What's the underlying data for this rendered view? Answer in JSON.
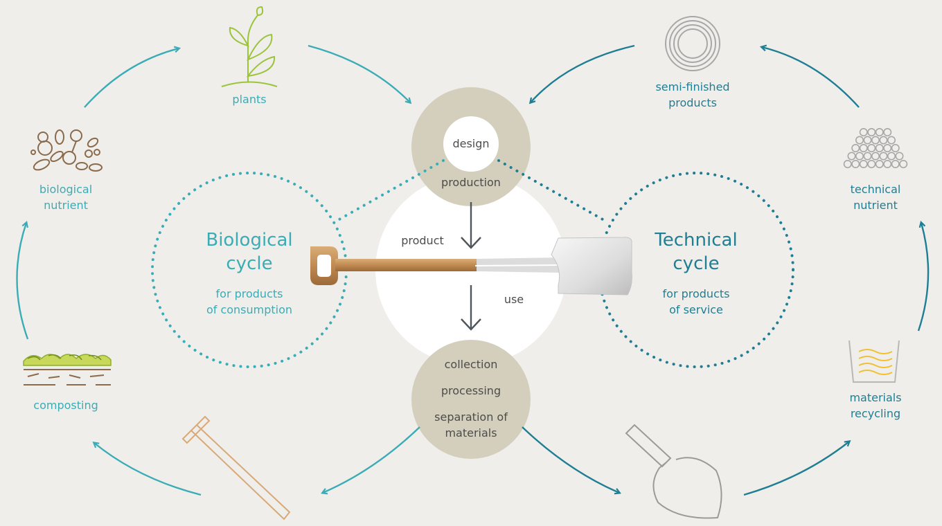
{
  "colors": {
    "background": "#efeeea",
    "biological": "#3aacb6",
    "technical": "#1f7e93",
    "hub": "#d4cfbd",
    "arrow_dark": "#4f555a",
    "plant_green": "#9bc43b",
    "nutrient_brown": "#8a6a4a",
    "recycling_yellow": "#f2c02e",
    "outline_grey": "#9a9a9a"
  },
  "biological": {
    "title_line1": "Biological",
    "title_line2": "cycle",
    "subtitle_line1": "for products",
    "subtitle_line2": "of consumption"
  },
  "technical": {
    "title_line1": "Technical",
    "title_line2": "cycle",
    "subtitle_line1": "for products",
    "subtitle_line2": "of service"
  },
  "top_hub": {
    "inner": "design",
    "outer": "production"
  },
  "bottom_hub": {
    "line1": "collection",
    "line2": "processing",
    "line3": "separation of",
    "line4": "materials"
  },
  "center": {
    "product": "product",
    "use": "use"
  },
  "stations": {
    "plants": "plants",
    "biological_nutrient_1": "biological",
    "biological_nutrient_2": "nutrient",
    "composting": "composting",
    "semi_finished_1": "semi-finished",
    "semi_finished_2": "products",
    "technical_nutrient_1": "technical",
    "technical_nutrient_2": "nutrient",
    "materials_recycling_1": "materials",
    "materials_recycling_2": "recycling"
  },
  "icons": {
    "plants": "sprout-icon",
    "biological_nutrient": "cells-icon",
    "composting": "compost-soil-icon",
    "broken_handle": "wooden-handle-icon",
    "shovel_blade": "shovel-blade-icon",
    "materials_recycling": "melting-pot-icon",
    "technical_nutrient": "stacked-rods-icon",
    "semi_finished": "coil-icon",
    "spade": "spade-icon"
  }
}
